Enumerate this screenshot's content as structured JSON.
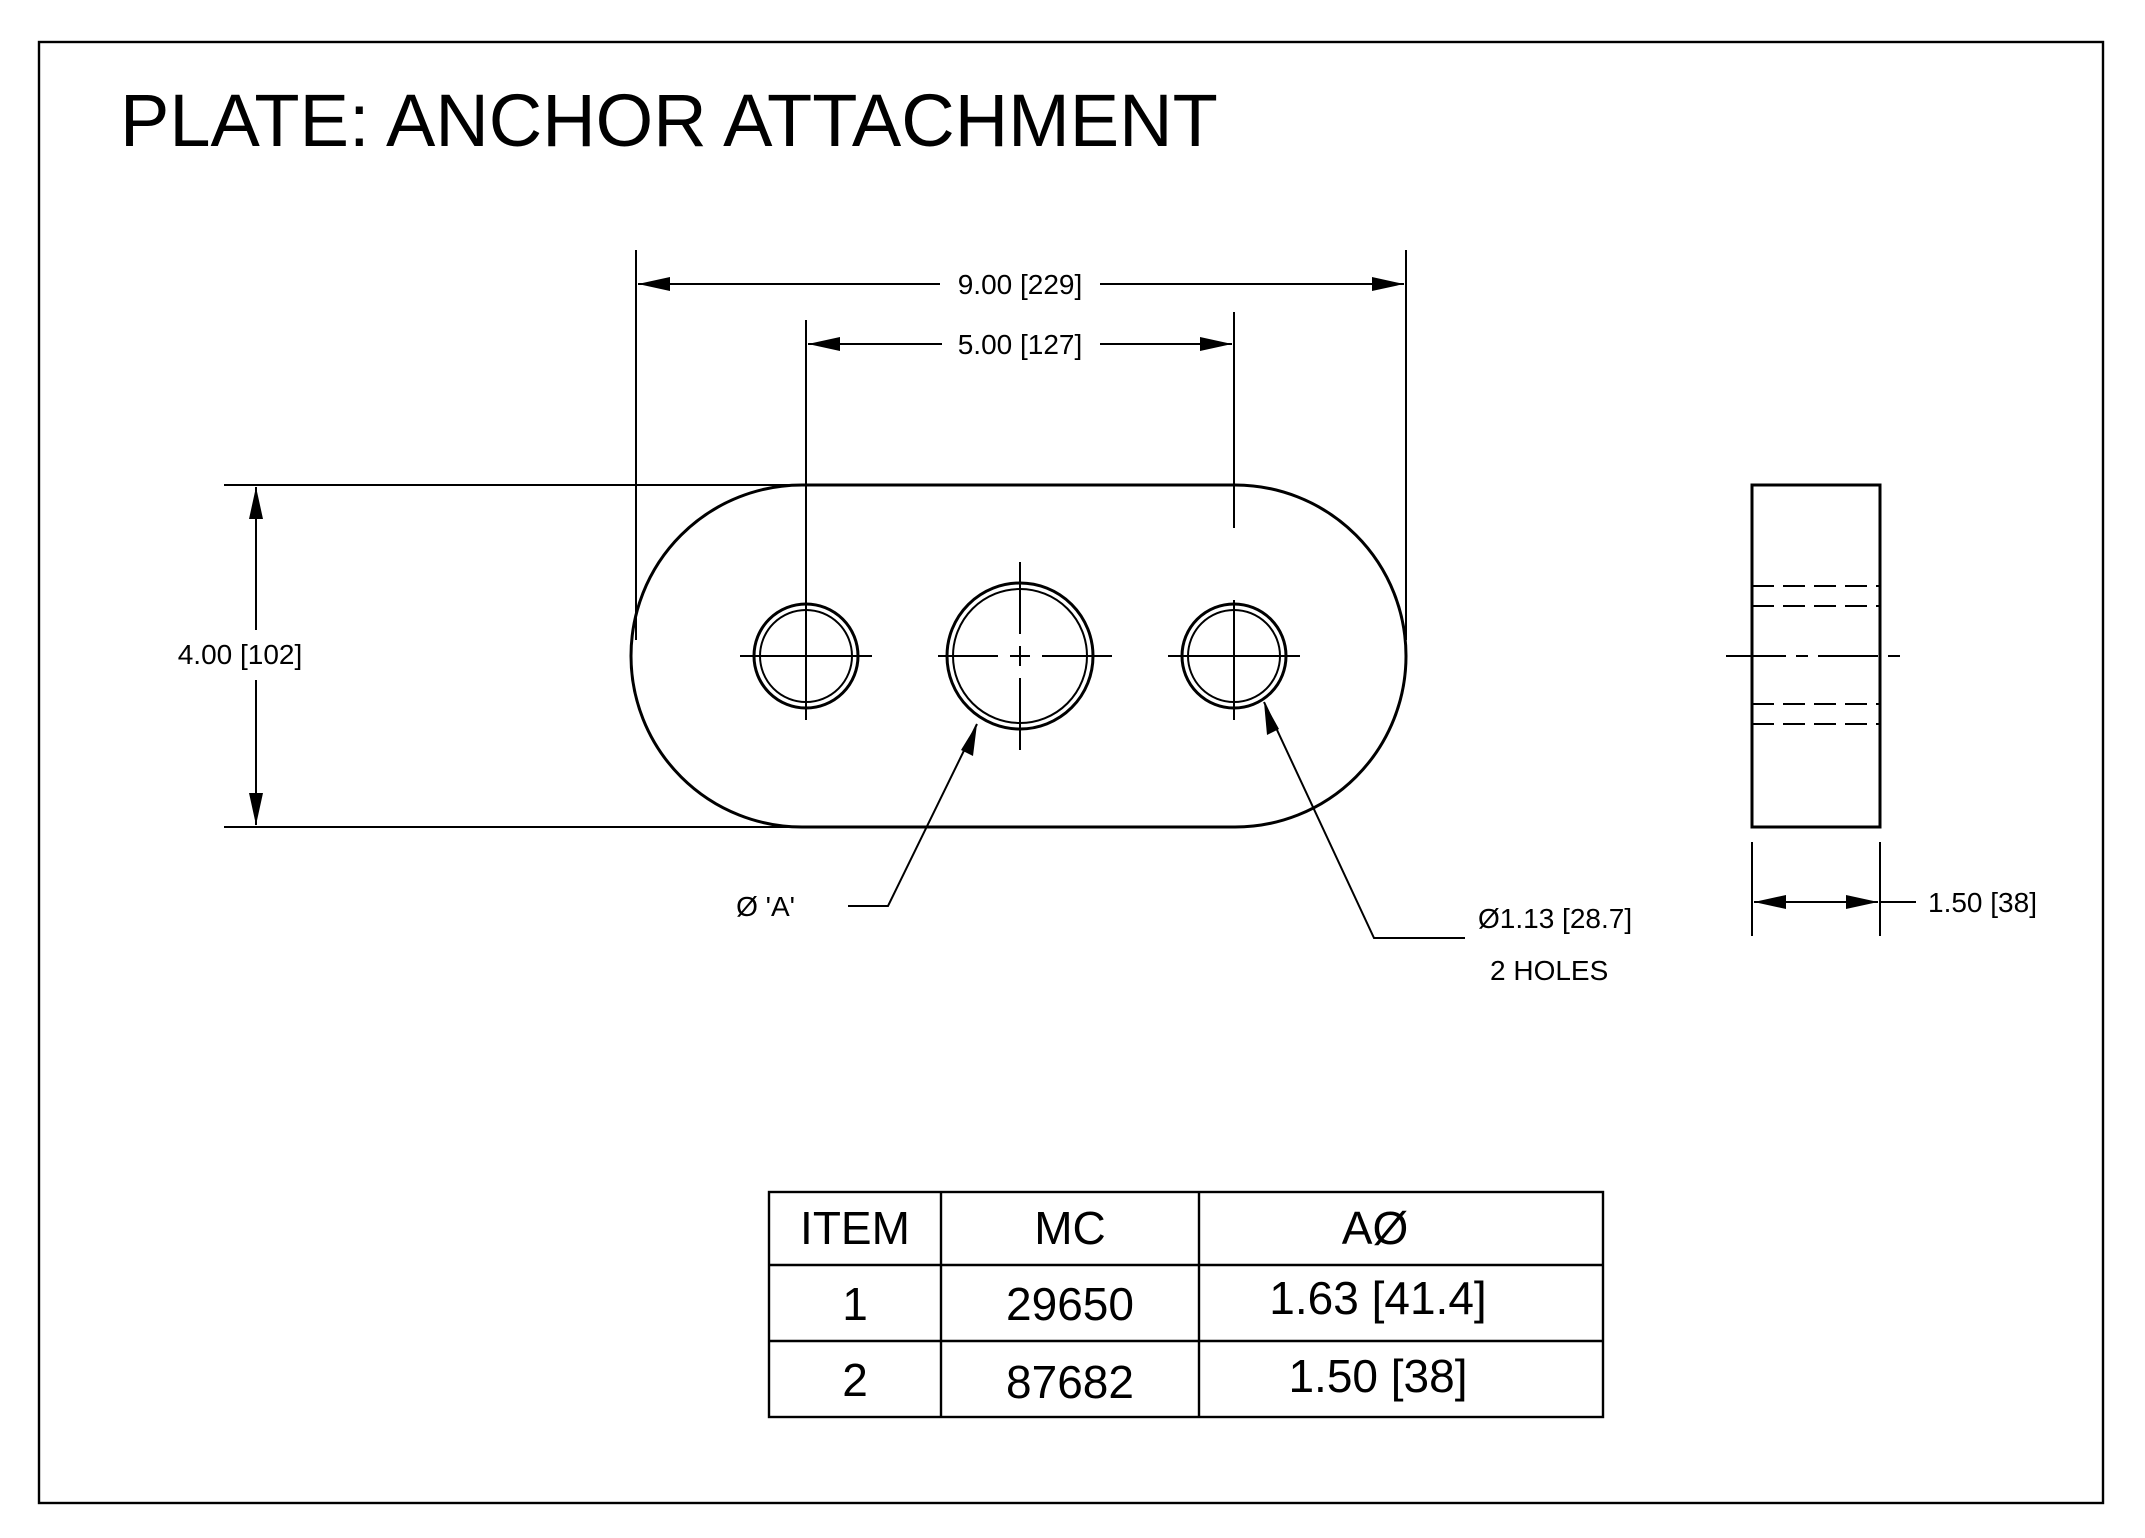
{
  "title": "PLATE: ANCHOR ATTACHMENT",
  "dimensions": {
    "overall_length": "9.00 [229]",
    "hole_spacing": "5.00 [127]",
    "height": "4.00 [102]",
    "thickness": "1.50 [38]",
    "center_hole": "Ø 'A'",
    "side_holes": "Ø1.13 [28.7]",
    "side_holes_count": "2 HOLES"
  },
  "table": {
    "headers": [
      "ITEM",
      "MC",
      "AØ"
    ],
    "rows": [
      [
        "1",
        "29650",
        "1.63 [41.4]"
      ],
      [
        "2",
        "87682",
        "1.50 [38]"
      ]
    ]
  }
}
